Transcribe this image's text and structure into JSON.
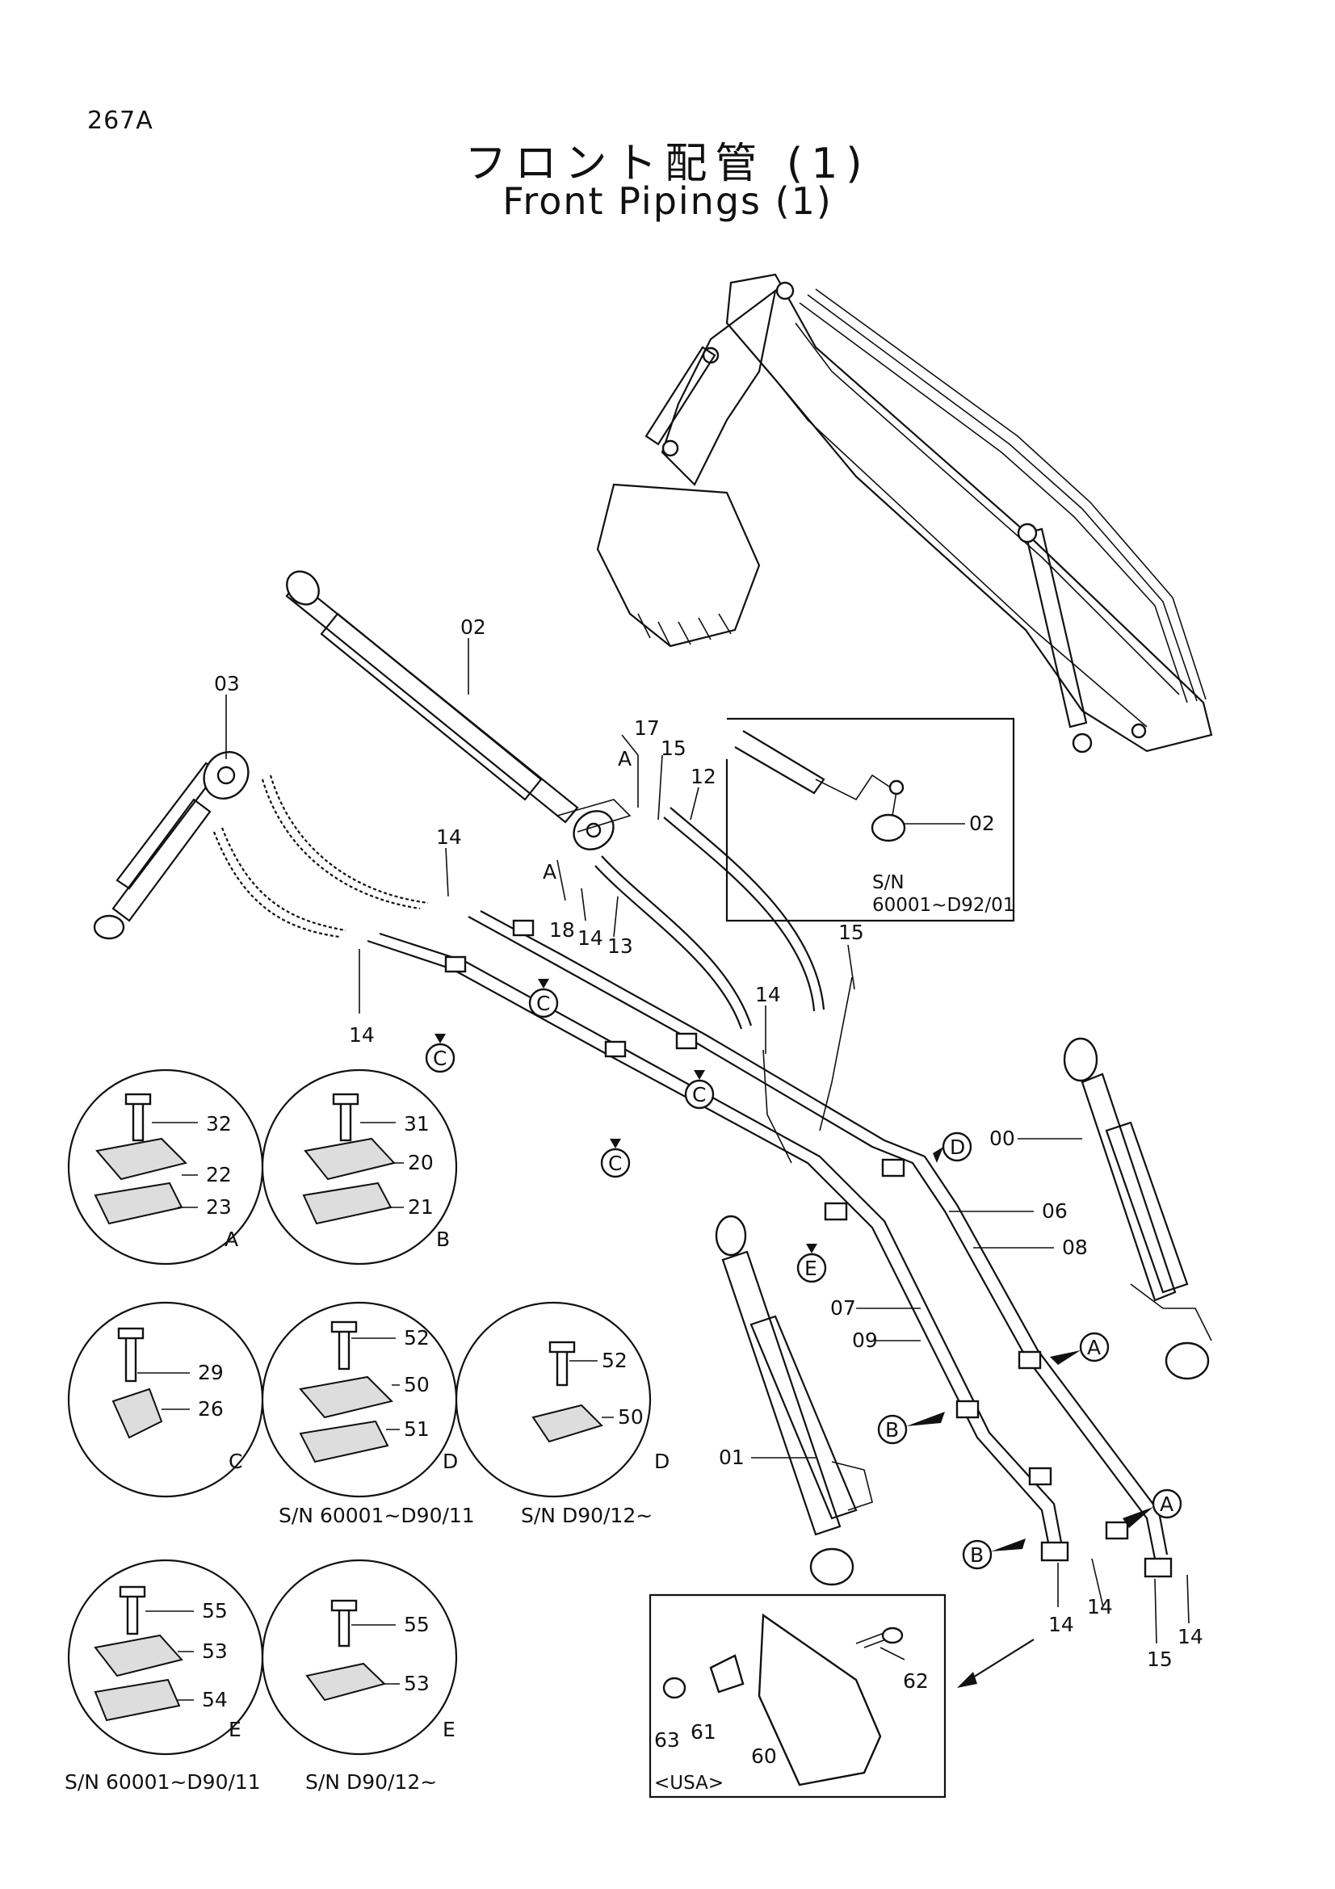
{
  "header": {
    "page_id": "267A",
    "title_jp": "フロント配管 (1)",
    "title_en": "Front Pipings (1)"
  },
  "part_labels": {
    "p00": "00",
    "p01": "01",
    "p02": "02",
    "p02_inset": "02",
    "p03": "03",
    "p06": "06",
    "p07": "07",
    "p08": "08",
    "p09": "09",
    "p12": "12",
    "p13": "13",
    "p14a": "14",
    "p14b": "14",
    "p14c": "14",
    "p14d": "14",
    "p14e": "14",
    "p14f": "14",
    "p14g": "14",
    "p15a": "15",
    "p15b": "15",
    "p15c": "15",
    "p17": "17",
    "p18": "18",
    "p60": "60",
    "p61": "61",
    "p62": "62",
    "p63": "63"
  },
  "callouts": {
    "A_pipe1": "A",
    "A_pipe2": "A",
    "A_link1": "A",
    "A_link2": "A",
    "B_pipe1": "B",
    "B_pipe2": "B",
    "C1": "C",
    "C2": "C",
    "C3": "C",
    "C4": "C",
    "D1": "D",
    "E1": "E"
  },
  "inset": {
    "serial": "S/N",
    "serial_range": "60001~D92/01"
  },
  "usa_box": {
    "label": "<USA>"
  },
  "clamp_details": [
    {
      "id": "A",
      "parts": [
        "32",
        "22",
        "23"
      ],
      "serial": ""
    },
    {
      "id": "B",
      "parts": [
        "31",
        "20",
        "21"
      ],
      "serial": ""
    },
    {
      "id": "C",
      "parts": [
        "29",
        "26"
      ],
      "serial": ""
    },
    {
      "id": "D",
      "parts": [
        "52",
        "50",
        "51"
      ],
      "serial": "S/N  60001~D90/11"
    },
    {
      "id": "D",
      "parts": [
        "52",
        "50"
      ],
      "serial": "S/N  D90/12~"
    },
    {
      "id": "E",
      "parts": [
        "55",
        "53",
        "54"
      ],
      "serial": "S/N  60001~D90/11"
    },
    {
      "id": "E",
      "parts": [
        "55",
        "53"
      ],
      "serial": "S/N  D90/12~"
    }
  ]
}
